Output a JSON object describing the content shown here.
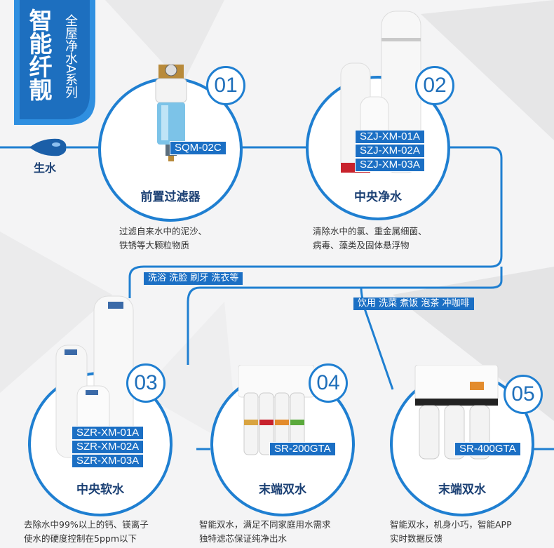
{
  "colors": {
    "accent": "#1f7fd1",
    "dark_blue": "#1a3f73",
    "tag_bg": "#1b6fc4"
  },
  "badge": {
    "title": "智能纤靓",
    "subtitle": "全屋净水A系列"
  },
  "source": {
    "label": "生水"
  },
  "steps": [
    {
      "num": "01",
      "models": [
        "SQM-02C"
      ],
      "title": "前置过滤器",
      "desc": [
        "过滤自来水中的泥沙、",
        "铁锈等大颗粒物质"
      ]
    },
    {
      "num": "02",
      "models": [
        "SZJ-XM-01A",
        "SZJ-XM-02A",
        "SZJ-XM-03A"
      ],
      "title": "中央净水",
      "desc": [
        "清除水中的氯、重金属细菌、",
        "病毒、藻类及固体悬浮物"
      ]
    },
    {
      "num": "03",
      "models": [
        "SZR-XM-01A",
        "SZR-XM-02A",
        "SZR-XM-03A"
      ],
      "title": "中央软水",
      "desc": [
        "去除水中99%以上的钙、镁离子",
        "使水的硬度控制在5ppm以下"
      ]
    },
    {
      "num": "04",
      "models": [
        "SR-200GTA"
      ],
      "title": "末端双水",
      "desc": [
        "智能双水，满足不同家庭用水需求",
        "独特滤芯保证纯净出水"
      ]
    },
    {
      "num": "05",
      "models": [
        "SR-400GTA"
      ],
      "title": "末端双水",
      "desc": [
        "智能双水，机身小巧，智能APP",
        "实时数据反馈"
      ]
    }
  ],
  "tags": {
    "wash": "洗浴 洗脸 刷牙 洗衣等",
    "drink": "饮用 洗菜 煮饭 泡茶 冲咖啡"
  }
}
